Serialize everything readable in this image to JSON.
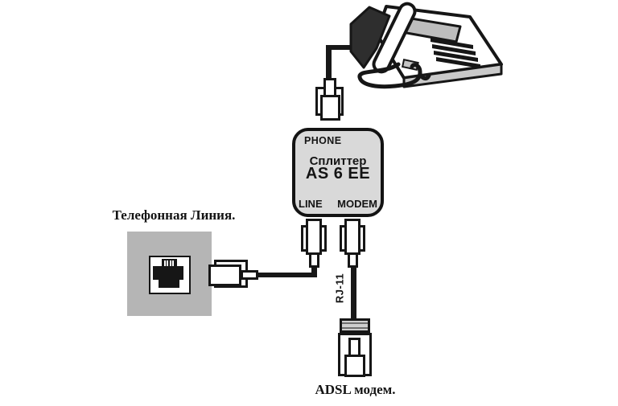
{
  "splitter": {
    "phone_port": "PHONE",
    "device_name": "Сплиттер",
    "model": "AS 6 EE",
    "line_port": "LINE",
    "modem_port": "MODEM"
  },
  "wall_outlet": {
    "caption": "Телефонная Линия."
  },
  "adsl": {
    "caption": "ADSL модем."
  },
  "cable": {
    "type_label": "RJ-11"
  },
  "colors": {
    "background": "#ffffff",
    "outline": "#161616",
    "splitter_fill": "#d9d9d9",
    "wall_plate_fill": "#b5b5b5",
    "phone_display_fill": "#bdbdbd",
    "phone_front_fill": "#c9c9c9",
    "phone_side_fill": "#2e2e2e"
  }
}
